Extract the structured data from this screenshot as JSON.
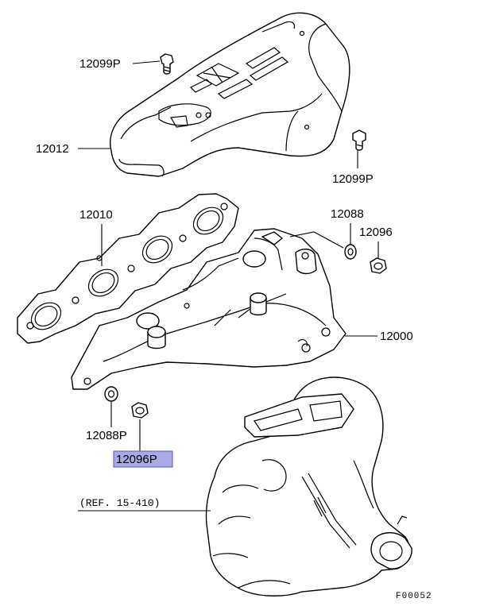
{
  "labels": {
    "heat_shield": "12012",
    "shield_bolt_top": "12099P",
    "shield_bolt_right": "12099P",
    "gasket": "12010",
    "manifold": "12000",
    "washer_right": "12088",
    "nut_right": "12096",
    "washer_left": "12088P",
    "nut_left": "12096P",
    "turbo_ref": "(REF. 15-410)",
    "diagram_code": "F00052"
  },
  "highlight_color": "#a9a9e6",
  "highlight_border": "#5a5ab4"
}
